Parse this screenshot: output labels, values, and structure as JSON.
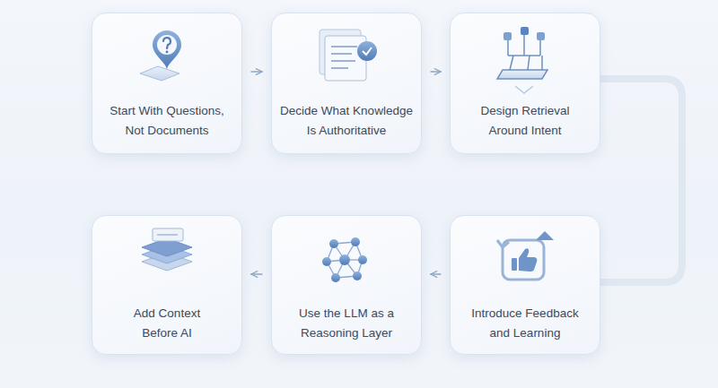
{
  "diagram": {
    "nodes": [
      {
        "text": [
          "Start With Questions, Not Documents"
        ]
      },
      {
        "text": [
          "Decide What Knowledge Is Authoritative"
        ]
      },
      {
        "text": [
          "Design Retrieval Around Intent"
        ]
      },
      {
        "text": [
          "Introduce Feedback and Learning"
        ]
      },
      {
        "text": [
          "Use the LLM as a Reasoning Layer"
        ]
      },
      {
        "text": [
          "Add Context Before AI"
        ]
      }
    ],
    "edges": [
      {
        "from": 0,
        "to": 1,
        "arrow": "to"
      },
      {
        "from": 1,
        "to": 2,
        "arrow": "to"
      },
      {
        "from": 2,
        "to": 3,
        "arrow": "none"
      },
      {
        "from": 3,
        "to": 4,
        "arrow": "to"
      },
      {
        "from": 4,
        "to": 5,
        "arrow": "to"
      }
    ]
  }
}
